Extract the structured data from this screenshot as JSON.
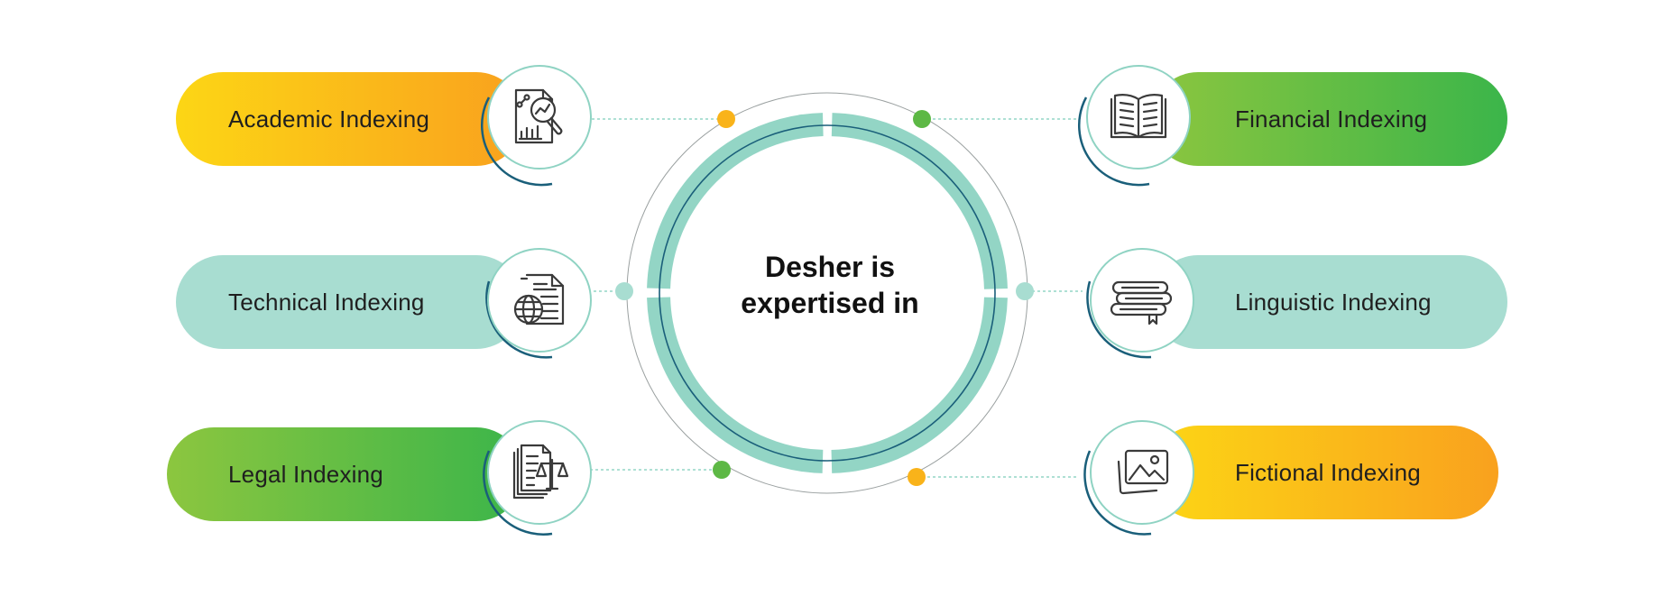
{
  "center": {
    "line1": "Desher is",
    "line2": "expertised in"
  },
  "items": [
    {
      "label": "Academic Indexing",
      "icon": "magnifier-report-icon",
      "style": "yellow-orange"
    },
    {
      "label": "Technical Indexing",
      "icon": "globe-document-icon",
      "style": "mint"
    },
    {
      "label": "Legal Indexing",
      "icon": "legal-documents-scale-icon",
      "style": "green"
    },
    {
      "label": "Financial Indexing",
      "icon": "open-book-icon",
      "style": "green"
    },
    {
      "label": "Linguistic Indexing",
      "icon": "stacked-books-icon",
      "style": "mint"
    },
    {
      "label": "Fictional Indexing",
      "icon": "picture-frames-icon",
      "style": "yellow-orange"
    }
  ],
  "colors": {
    "yellow": "#fcd615",
    "orange": "#f9a11e",
    "light_green": "#8cc63f",
    "green": "#3bb54a",
    "mint": "#a8ddd1",
    "teal_ring": "#93d5c5",
    "navy_ring": "#1a5f7a",
    "icon_stroke": "#3a3a3a"
  }
}
